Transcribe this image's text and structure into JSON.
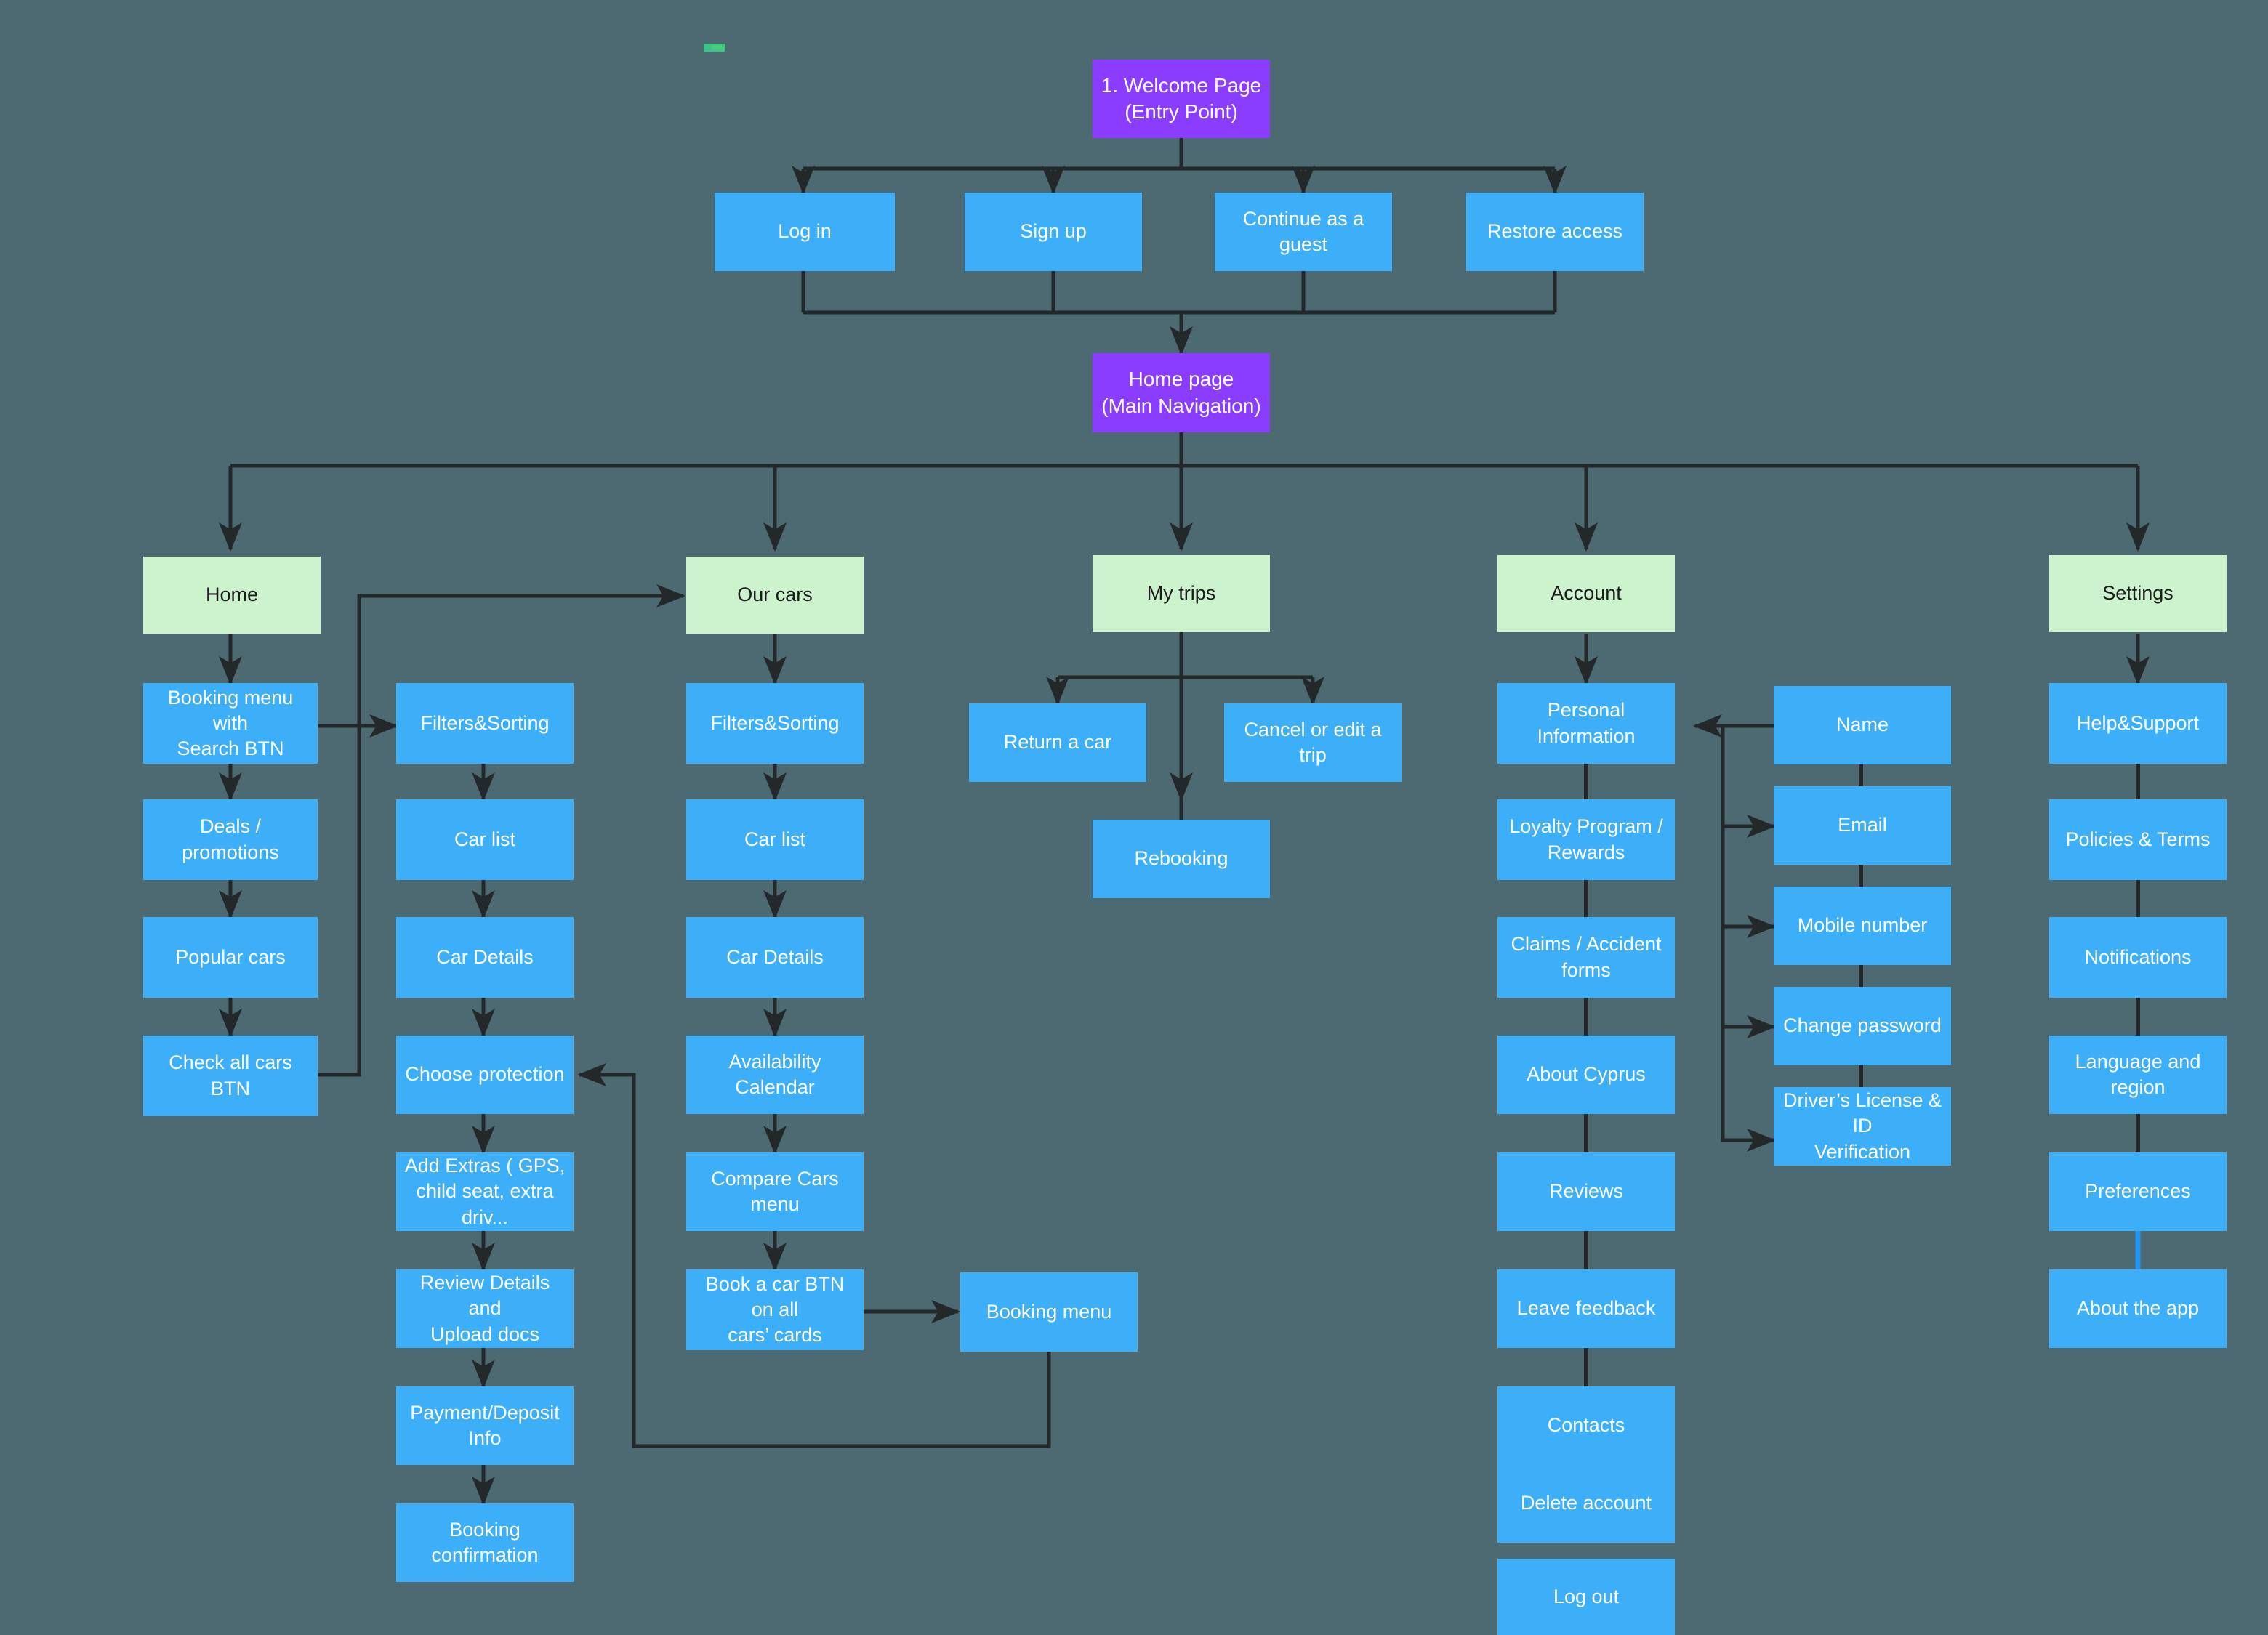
{
  "meta": {
    "background_color": "#4D6A72",
    "node_colors": {
      "primary": "#8B3DFF",
      "nav": "#CCF3CE",
      "step": "#3DAEF8"
    },
    "edge_color": "#23282B",
    "highlight_edge_color": "#2196F3"
  },
  "nodes": {
    "welcome": {
      "label": "1. Welcome Page\n(Entry Point)"
    },
    "auth": [
      {
        "label": "Log in"
      },
      {
        "label": "Sign up"
      },
      {
        "label": "Continue as a guest"
      },
      {
        "label": "Restore access"
      }
    ],
    "home_page": {
      "label": "Home page\n(Main Navigation)"
    },
    "nav": [
      {
        "label": "Home"
      },
      {
        "label": "Our cars"
      },
      {
        "label": "My trips"
      },
      {
        "label": "Account"
      },
      {
        "label": "Settings"
      }
    ],
    "home_branch": [
      {
        "label": "Booking menu with\nSearch BTN"
      },
      {
        "label": "Deals / promotions"
      },
      {
        "label": "Popular cars"
      },
      {
        "label": "Check all cars BTN"
      }
    ],
    "booking_flow": [
      {
        "label": "Filters&Sorting"
      },
      {
        "label": "Car list"
      },
      {
        "label": "Car Details"
      },
      {
        "label": "Choose protection"
      },
      {
        "label": "Add Extras ( GPS,\nchild seat, extra driv..."
      },
      {
        "label": "Review Details and\nUpload docs"
      },
      {
        "label": "Payment/Deposit Info"
      },
      {
        "label": "Booking confirmation"
      }
    ],
    "our_cars_branch": [
      {
        "label": "Filters&Sorting"
      },
      {
        "label": "Car list"
      },
      {
        "label": "Car Details"
      },
      {
        "label": "Availability Calendar"
      },
      {
        "label": "Compare Cars menu"
      },
      {
        "label": "Book a car BTN on all\ncars’ cards"
      }
    ],
    "booking_menu": {
      "label": "Booking menu"
    },
    "my_trips_branch": [
      {
        "label": "Return a car"
      },
      {
        "label": "Cancel or edit a trip"
      },
      {
        "label": "Rebooking"
      }
    ],
    "account_branch": [
      {
        "label": "Personal Information"
      },
      {
        "label": "Loyalty Program /\nRewards"
      },
      {
        "label": "Claims / Accident\nforms"
      },
      {
        "label": "About Cyprus"
      },
      {
        "label": "Reviews"
      },
      {
        "label": "Leave feedback"
      },
      {
        "label": "Contacts"
      },
      {
        "label": "Delete account"
      },
      {
        "label": "Log out"
      }
    ],
    "personal_info_branch": [
      {
        "label": "Name"
      },
      {
        "label": "Email"
      },
      {
        "label": "Mobile number"
      },
      {
        "label": "Change password"
      },
      {
        "label": "Driver’s License & ID\nVerification"
      }
    ],
    "settings_branch": [
      {
        "label": "Help&Support"
      },
      {
        "label": "Policies & Terms"
      },
      {
        "label": "Notifications"
      },
      {
        "label": "Language and region"
      },
      {
        "label": "Preferences"
      },
      {
        "label": "About the app"
      }
    ]
  }
}
